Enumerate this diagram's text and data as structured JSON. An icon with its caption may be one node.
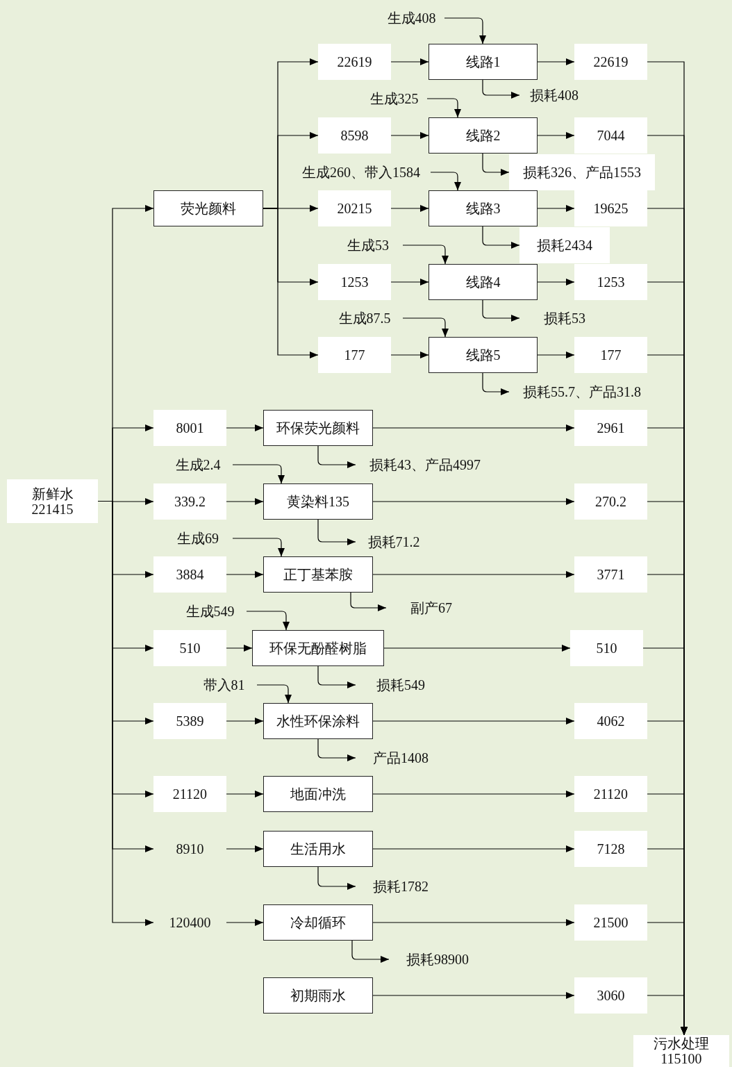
{
  "diagram": {
    "nodes": [
      {
        "text": [
          "生成408"
        ]
      },
      {
        "text": [
          "22619"
        ]
      },
      {
        "text": [
          "线路1"
        ]
      },
      {
        "text": [
          "22619"
        ]
      },
      {
        "text": [
          "损耗408"
        ]
      },
      {
        "text": [
          "生成325"
        ]
      },
      {
        "text": [
          "8598"
        ]
      },
      {
        "text": [
          "线路2"
        ]
      },
      {
        "text": [
          "7044"
        ]
      },
      {
        "text": [
          "生成260、带入1584"
        ]
      },
      {
        "text": [
          "损耗326、产品1553"
        ]
      },
      {
        "text": [
          "荧光颜料"
        ]
      },
      {
        "text": [
          "20215"
        ]
      },
      {
        "text": [
          "线路3"
        ]
      },
      {
        "text": [
          "19625"
        ]
      },
      {
        "text": [
          "生成53"
        ]
      },
      {
        "text": [
          "损耗2434"
        ]
      },
      {
        "text": [
          "1253"
        ]
      },
      {
        "text": [
          "线路4"
        ]
      },
      {
        "text": [
          "1253"
        ]
      },
      {
        "text": [
          "生成87.5"
        ]
      },
      {
        "text": [
          "损耗53"
        ]
      },
      {
        "text": [
          "177"
        ]
      },
      {
        "text": [
          "线路5"
        ]
      },
      {
        "text": [
          "177"
        ]
      },
      {
        "text": [
          "损耗55.7、产品31.8"
        ]
      },
      {
        "text": [
          "8001"
        ]
      },
      {
        "text": [
          "环保荧光颜料"
        ]
      },
      {
        "text": [
          "2961"
        ]
      },
      {
        "text": [
          "生成2.4"
        ]
      },
      {
        "text": [
          "损耗43、产品4997"
        ]
      },
      {
        "text": [
          "新鲜水",
          "221415"
        ]
      },
      {
        "text": [
          "339.2"
        ]
      },
      {
        "text": [
          "黄染料135"
        ]
      },
      {
        "text": [
          "270.2"
        ]
      },
      {
        "text": [
          "生成69"
        ]
      },
      {
        "text": [
          "损耗71.2"
        ]
      },
      {
        "text": [
          "3884"
        ]
      },
      {
        "text": [
          "正丁基苯胺"
        ]
      },
      {
        "text": [
          "3771"
        ]
      },
      {
        "text": [
          "生成549"
        ]
      },
      {
        "text": [
          "副产67"
        ]
      },
      {
        "text": [
          "510"
        ]
      },
      {
        "text": [
          "环保无酚醛树脂"
        ]
      },
      {
        "text": [
          "510"
        ]
      },
      {
        "text": [
          "带入81"
        ]
      },
      {
        "text": [
          "损耗549"
        ]
      },
      {
        "text": [
          "5389"
        ]
      },
      {
        "text": [
          "水性环保涂料"
        ]
      },
      {
        "text": [
          "4062"
        ]
      },
      {
        "text": [
          "产品1408"
        ]
      },
      {
        "text": [
          "21120"
        ]
      },
      {
        "text": [
          "地面冲洗"
        ]
      },
      {
        "text": [
          "21120"
        ]
      },
      {
        "text": [
          "8910"
        ]
      },
      {
        "text": [
          "生活用水"
        ]
      },
      {
        "text": [
          "7128"
        ]
      },
      {
        "text": [
          "损耗1782"
        ]
      },
      {
        "text": [
          "120400"
        ]
      },
      {
        "text": [
          "冷却循环"
        ]
      },
      {
        "text": [
          "21500"
        ]
      },
      {
        "text": [
          "损耗98900"
        ]
      },
      {
        "text": [
          "初期雨水"
        ]
      },
      {
        "text": [
          "3060"
        ]
      },
      {
        "text": [
          "污水处理",
          "115100"
        ]
      }
    ],
    "edges": [
      {
        "from": 31,
        "to": 11,
        "arrow": "to"
      },
      {
        "from": 31,
        "to": 26,
        "arrow": "to"
      },
      {
        "from": 31,
        "to": 32,
        "arrow": "to"
      },
      {
        "from": 31,
        "to": 37,
        "arrow": "to"
      },
      {
        "from": 31,
        "to": 42,
        "arrow": "to"
      },
      {
        "from": 31,
        "to": 47,
        "arrow": "to"
      },
      {
        "from": 31,
        "to": 51,
        "arrow": "to"
      },
      {
        "from": 31,
        "to": 54,
        "arrow": "to"
      },
      {
        "from": 31,
        "to": 58,
        "arrow": "to"
      },
      {
        "from": 11,
        "to": 1,
        "arrow": "to"
      },
      {
        "from": 11,
        "to": 6,
        "arrow": "to"
      },
      {
        "from": 11,
        "to": 12,
        "arrow": "to"
      },
      {
        "from": 11,
        "to": 17,
        "arrow": "to"
      },
      {
        "from": 11,
        "to": 22,
        "arrow": "to"
      },
      {
        "from": 1,
        "to": 2,
        "arrow": "to"
      },
      {
        "from": 2,
        "to": 3,
        "arrow": "to"
      },
      {
        "from": 0,
        "to": 2,
        "arrow": "to"
      },
      {
        "from": 2,
        "to": 4,
        "arrow": "to"
      },
      {
        "from": 6,
        "to": 7,
        "arrow": "to"
      },
      {
        "from": 7,
        "to": 8,
        "arrow": "to"
      },
      {
        "from": 5,
        "to": 7,
        "arrow": "to"
      },
      {
        "from": 7,
        "to": 10,
        "arrow": "to"
      },
      {
        "from": 12,
        "to": 13,
        "arrow": "to"
      },
      {
        "from": 13,
        "to": 14,
        "arrow": "to"
      },
      {
        "from": 9,
        "to": 13,
        "arrow": "to"
      },
      {
        "from": 13,
        "to": 16,
        "arrow": "to"
      },
      {
        "from": 17,
        "to": 18,
        "arrow": "to"
      },
      {
        "from": 18,
        "to": 19,
        "arrow": "to"
      },
      {
        "from": 15,
        "to": 18,
        "arrow": "to"
      },
      {
        "from": 18,
        "to": 21,
        "arrow": "to"
      },
      {
        "from": 22,
        "to": 23,
        "arrow": "to"
      },
      {
        "from": 23,
        "to": 24,
        "arrow": "to"
      },
      {
        "from": 20,
        "to": 23,
        "arrow": "to"
      },
      {
        "from": 23,
        "to": 25,
        "arrow": "to"
      },
      {
        "from": 26,
        "to": 27,
        "arrow": "to"
      },
      {
        "from": 27,
        "to": 28,
        "arrow": "to"
      },
      {
        "from": 27,
        "to": 30,
        "arrow": "to"
      },
      {
        "from": 32,
        "to": 33,
        "arrow": "to"
      },
      {
        "from": 33,
        "to": 34,
        "arrow": "to"
      },
      {
        "from": 29,
        "to": 33,
        "arrow": "to"
      },
      {
        "from": 33,
        "to": 36,
        "arrow": "to"
      },
      {
        "from": 37,
        "to": 38,
        "arrow": "to"
      },
      {
        "from": 38,
        "to": 39,
        "arrow": "to"
      },
      {
        "from": 35,
        "to": 38,
        "arrow": "to"
      },
      {
        "from": 38,
        "to": 41,
        "arrow": "to"
      },
      {
        "from": 42,
        "to": 43,
        "arrow": "to"
      },
      {
        "from": 43,
        "to": 44,
        "arrow": "to"
      },
      {
        "from": 40,
        "to": 43,
        "arrow": "to"
      },
      {
        "from": 43,
        "to": 46,
        "arrow": "to"
      },
      {
        "from": 47,
        "to": 48,
        "arrow": "to"
      },
      {
        "from": 48,
        "to": 49,
        "arrow": "to"
      },
      {
        "from": 45,
        "to": 48,
        "arrow": "to"
      },
      {
        "from": 48,
        "to": 50,
        "arrow": "to"
      },
      {
        "from": 51,
        "to": 52,
        "arrow": "to"
      },
      {
        "from": 52,
        "to": 53,
        "arrow": "to"
      },
      {
        "from": 54,
        "to": 55,
        "arrow": "to"
      },
      {
        "from": 55,
        "to": 56,
        "arrow": "to"
      },
      {
        "from": 55,
        "to": 57,
        "arrow": "to"
      },
      {
        "from": 58,
        "to": 59,
        "arrow": "to"
      },
      {
        "from": 59,
        "to": 60,
        "arrow": "to"
      },
      {
        "from": 59,
        "to": 61,
        "arrow": "to"
      },
      {
        "from": 62,
        "to": 63,
        "arrow": "to"
      },
      {
        "from": 3,
        "to": 64,
        "arrow": "to"
      },
      {
        "from": 8,
        "to": 64,
        "arrow": "to"
      },
      {
        "from": 14,
        "to": 64,
        "arrow": "to"
      },
      {
        "from": 19,
        "to": 64,
        "arrow": "to"
      },
      {
        "from": 24,
        "to": 64,
        "arrow": "to"
      },
      {
        "from": 28,
        "to": 64,
        "arrow": "to"
      },
      {
        "from": 34,
        "to": 64,
        "arrow": "to"
      },
      {
        "from": 39,
        "to": 64,
        "arrow": "to"
      },
      {
        "from": 44,
        "to": 64,
        "arrow": "to"
      },
      {
        "from": 49,
        "to": 64,
        "arrow": "to"
      },
      {
        "from": 53,
        "to": 64,
        "arrow": "to"
      },
      {
        "from": 56,
        "to": 64,
        "arrow": "to"
      },
      {
        "from": 60,
        "to": 64,
        "arrow": "to"
      },
      {
        "from": 63,
        "to": 64,
        "arrow": "to"
      }
    ]
  }
}
